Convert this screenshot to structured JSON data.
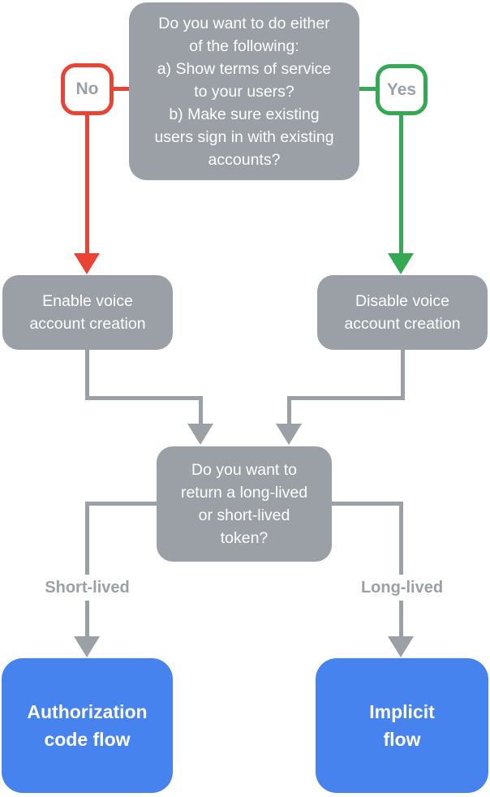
{
  "colors": {
    "gray": "#9aa0a6",
    "red": "#ea4335",
    "green": "#34a853",
    "blue": "#4683ee",
    "labeltext": "#9aa0a6"
  },
  "nodes": {
    "question_top": "Do you want to do either\nof the following:\na) Show terms of service\nto your users?\nb) Make sure existing\nusers sign in with existing\naccounts?",
    "no": "No",
    "yes": "Yes",
    "enable": "Enable voice\naccount creation",
    "disable": "Disable voice\naccount creation",
    "question_token": "Do you want to\nreturn a long-lived\nor short-lived\ntoken?",
    "short_lived": "Short-lived",
    "long_lived": "Long-lived",
    "auth_code_flow": "Authorization\ncode flow",
    "implicit_flow": "Implicit\nflow"
  }
}
